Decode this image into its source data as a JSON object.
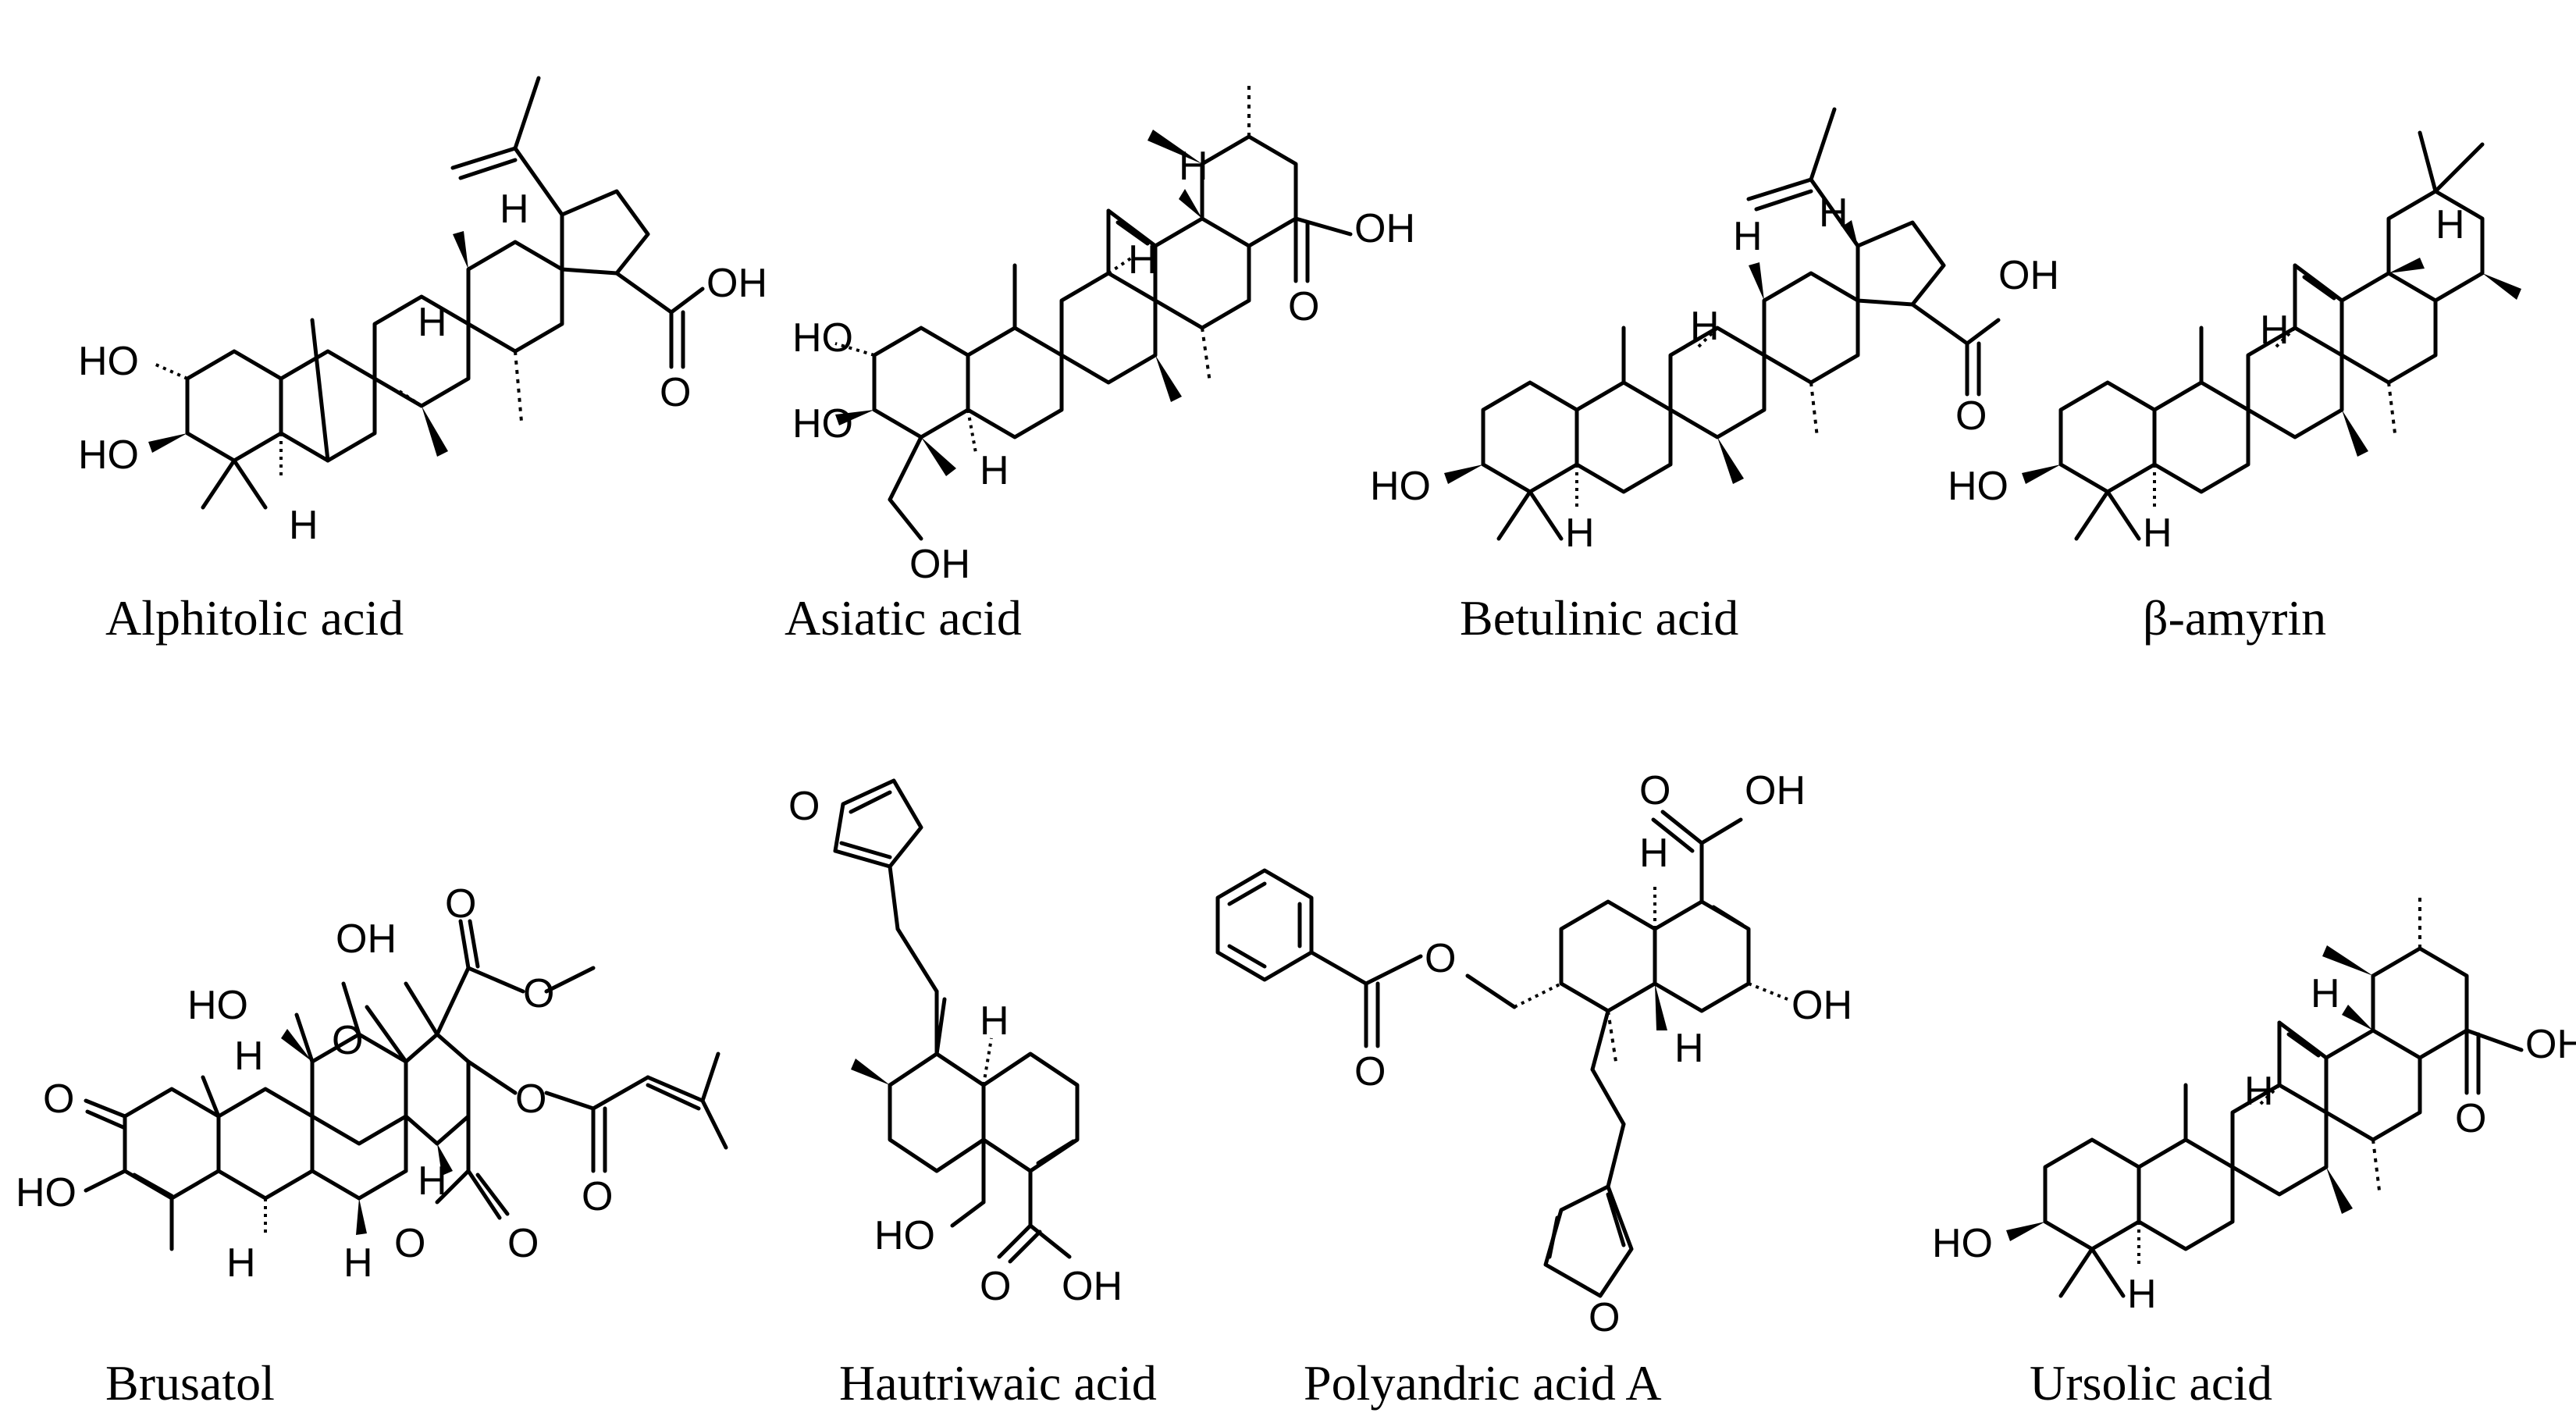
{
  "figure": {
    "compounds": [
      {
        "id": "alphitolic",
        "name": "Alphitolic acid",
        "labels": {
          "ho1": "HO",
          "ho2": "HO",
          "h1": "H",
          "h2": "H",
          "h3": "H",
          "oh": "OH",
          "o": "O"
        }
      },
      {
        "id": "asiatic",
        "name": "Asiatic acid",
        "labels": {
          "ho1": "HO",
          "ho2": "HO",
          "oh_ch2": "OH",
          "h1": "H",
          "h2": "H",
          "h3": "H",
          "oh": "OH",
          "o": "O"
        }
      },
      {
        "id": "betulinic",
        "name": "Betulinic acid",
        "labels": {
          "ho": "HO",
          "h1": "H",
          "h2": "H",
          "h3": "H",
          "h4": "H",
          "oh": "OH",
          "o": "O"
        }
      },
      {
        "id": "amyrin",
        "name": "β-amyrin",
        "labels": {
          "ho": "HO",
          "h1": "H",
          "h2": "H",
          "h3": "H"
        }
      },
      {
        "id": "brusatol",
        "name": "Brusatol",
        "labels": {
          "o_ket": "O",
          "ho_enol": "HO",
          "ho": "HO",
          "oh": "OH",
          "h1": "H",
          "h2": "H",
          "h3": "H",
          "h4": "H",
          "o_bridge": "O",
          "o_lact": "O",
          "o_lact2": "O",
          "o_est": "O",
          "o_est2": "O",
          "o_me": "O",
          "o_me2": "O"
        }
      },
      {
        "id": "hautriwaic",
        "name": "Hautriwaic acid",
        "labels": {
          "o_fur": "O",
          "h": "H",
          "ho": "HO",
          "o": "O",
          "oh": "OH"
        }
      },
      {
        "id": "polyandric",
        "name": "Polyandric acid A",
        "labels": {
          "o_top": "O",
          "oh_top": "OH",
          "h1": "H",
          "h2": "H",
          "oh": "OH",
          "o_bz": "O",
          "o_bz2": "O",
          "o_fur": "O"
        }
      },
      {
        "id": "ursolic",
        "name": "Ursolic acid",
        "labels": {
          "ho": "HO",
          "h1": "H",
          "h2": "H",
          "h3": "H",
          "oh": "OH",
          "o": "O"
        }
      }
    ]
  }
}
